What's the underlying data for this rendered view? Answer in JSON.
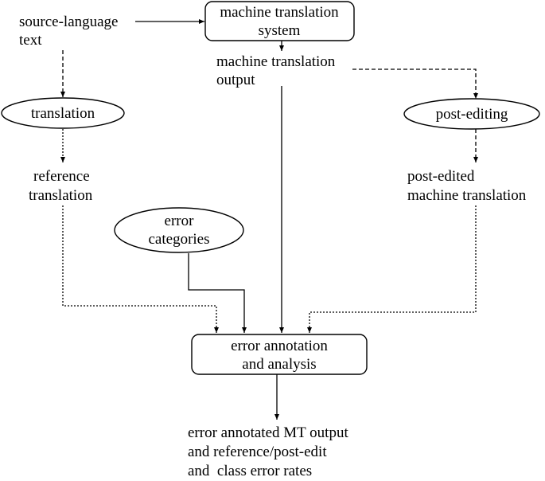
{
  "nodes": {
    "source_text": {
      "line1": "source-language",
      "line2": "text"
    },
    "mt_system": {
      "line1": "machine translation",
      "line2": "system"
    },
    "mt_output": {
      "line1": "machine translation",
      "line2": "output"
    },
    "translation": {
      "label": "translation"
    },
    "post_editing": {
      "label": "post-editing"
    },
    "reference_translation": {
      "line1": "reference",
      "line2": "translation"
    },
    "post_edited_mt": {
      "line1": "post-edited",
      "line2": "machine translation"
    },
    "error_categories": {
      "line1": "error",
      "line2": "categories"
    },
    "error_annotation": {
      "line1": "error annotation",
      "line2": "and analysis"
    },
    "result": {
      "line1": "error annotated MT output",
      "line2": "and reference/post-edit",
      "line3": "and  class error rates"
    }
  }
}
